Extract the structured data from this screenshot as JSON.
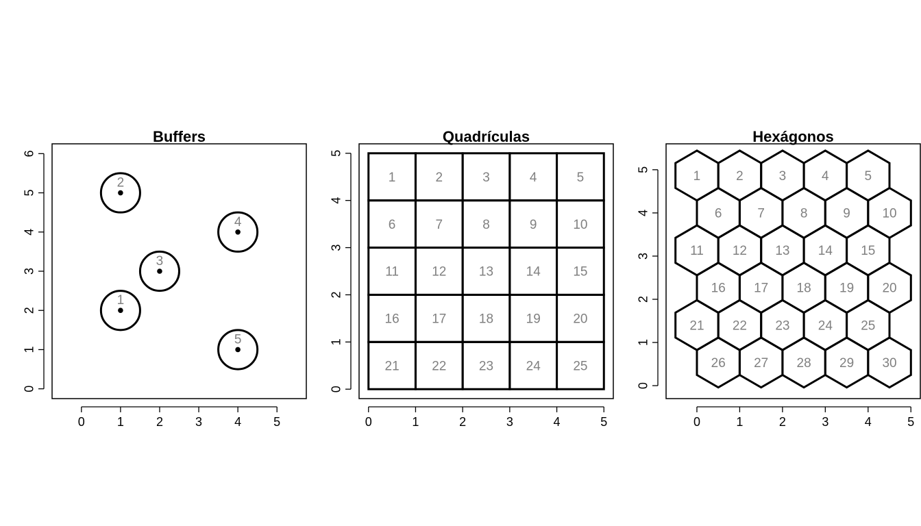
{
  "chart_data": [
    {
      "type": "scatter",
      "title": "Buffers",
      "xlabel": "",
      "ylabel": "",
      "xlim": [
        -0.75,
        5.75
      ],
      "ylim": [
        -0.25,
        6.25
      ],
      "x_ticks": [
        "0",
        "1",
        "2",
        "3",
        "4",
        "5"
      ],
      "y_ticks": [
        "0",
        "1",
        "2",
        "3",
        "4",
        "5",
        "6"
      ],
      "grid": false,
      "buffer_radius": 0.5,
      "points": [
        {
          "label": "1",
          "x": 1,
          "y": 2
        },
        {
          "label": "2",
          "x": 1,
          "y": 5
        },
        {
          "label": "3",
          "x": 2,
          "y": 3
        },
        {
          "label": "4",
          "x": 4,
          "y": 4
        },
        {
          "label": "5",
          "x": 4,
          "y": 1
        }
      ]
    },
    {
      "type": "grid",
      "title": "Quadrículas",
      "xlabel": "",
      "ylabel": "",
      "xlim": [
        -0.2,
        5.2
      ],
      "ylim": [
        -0.2,
        5.2
      ],
      "x_ticks": [
        "0",
        "1",
        "2",
        "3",
        "4",
        "5"
      ],
      "y_ticks": [
        "0",
        "1",
        "2",
        "3",
        "4",
        "5"
      ],
      "grid": false,
      "cells": [
        {
          "label": "1",
          "x": 0,
          "y": 4
        },
        {
          "label": "2",
          "x": 1,
          "y": 4
        },
        {
          "label": "3",
          "x": 2,
          "y": 4
        },
        {
          "label": "4",
          "x": 3,
          "y": 4
        },
        {
          "label": "5",
          "x": 4,
          "y": 4
        },
        {
          "label": "6",
          "x": 0,
          "y": 3
        },
        {
          "label": "7",
          "x": 1,
          "y": 3
        },
        {
          "label": "8",
          "x": 2,
          "y": 3
        },
        {
          "label": "9",
          "x": 3,
          "y": 3
        },
        {
          "label": "10",
          "x": 4,
          "y": 3
        },
        {
          "label": "11",
          "x": 0,
          "y": 2
        },
        {
          "label": "12",
          "x": 1,
          "y": 2
        },
        {
          "label": "13",
          "x": 2,
          "y": 2
        },
        {
          "label": "14",
          "x": 3,
          "y": 2
        },
        {
          "label": "15",
          "x": 4,
          "y": 2
        },
        {
          "label": "16",
          "x": 0,
          "y": 1
        },
        {
          "label": "17",
          "x": 1,
          "y": 1
        },
        {
          "label": "18",
          "x": 2,
          "y": 1
        },
        {
          "label": "19",
          "x": 3,
          "y": 1
        },
        {
          "label": "20",
          "x": 4,
          "y": 1
        },
        {
          "label": "21",
          "x": 0,
          "y": 0
        },
        {
          "label": "22",
          "x": 1,
          "y": 0
        },
        {
          "label": "23",
          "x": 2,
          "y": 0
        },
        {
          "label": "24",
          "x": 3,
          "y": 0
        },
        {
          "label": "25",
          "x": 4,
          "y": 0
        }
      ]
    },
    {
      "type": "hexgrid",
      "title": "Hexágonos",
      "xlabel": "",
      "ylabel": "",
      "xlim": [
        -0.72,
        5.22
      ],
      "ylim": [
        -0.3,
        5.6
      ],
      "x_ticks": [
        "0",
        "1",
        "2",
        "3",
        "4",
        "5"
      ],
      "y_ticks": [
        "0",
        "1",
        "2",
        "3",
        "4",
        "5"
      ],
      "grid": false,
      "cells": [
        {
          "label": "1",
          "x": 0,
          "y": 4.866
        },
        {
          "label": "2",
          "x": 1,
          "y": 4.866
        },
        {
          "label": "3",
          "x": 2,
          "y": 4.866
        },
        {
          "label": "4",
          "x": 3,
          "y": 4.866
        },
        {
          "label": "5",
          "x": 4,
          "y": 4.866
        },
        {
          "label": "6",
          "x": 0.5,
          "y": 4
        },
        {
          "label": "7",
          "x": 1.5,
          "y": 4
        },
        {
          "label": "8",
          "x": 2.5,
          "y": 4
        },
        {
          "label": "9",
          "x": 3.5,
          "y": 4
        },
        {
          "label": "10",
          "x": 4.5,
          "y": 4
        },
        {
          "label": "11",
          "x": 0,
          "y": 3.134
        },
        {
          "label": "12",
          "x": 1,
          "y": 3.134
        },
        {
          "label": "13",
          "x": 2,
          "y": 3.134
        },
        {
          "label": "14",
          "x": 3,
          "y": 3.134
        },
        {
          "label": "15",
          "x": 4,
          "y": 3.134
        },
        {
          "label": "16",
          "x": 0.5,
          "y": 2.268
        },
        {
          "label": "17",
          "x": 1.5,
          "y": 2.268
        },
        {
          "label": "18",
          "x": 2.5,
          "y": 2.268
        },
        {
          "label": "19",
          "x": 3.5,
          "y": 2.268
        },
        {
          "label": "20",
          "x": 4.5,
          "y": 2.268
        },
        {
          "label": "21",
          "x": 0,
          "y": 1.402
        },
        {
          "label": "22",
          "x": 1,
          "y": 1.402
        },
        {
          "label": "23",
          "x": 2,
          "y": 1.402
        },
        {
          "label": "24",
          "x": 3,
          "y": 1.402
        },
        {
          "label": "25",
          "x": 4,
          "y": 1.402
        },
        {
          "label": "26",
          "x": 0.5,
          "y": 0.536
        },
        {
          "label": "27",
          "x": 1.5,
          "y": 0.536
        },
        {
          "label": "28",
          "x": 2.5,
          "y": 0.536
        },
        {
          "label": "29",
          "x": 3.5,
          "y": 0.536
        },
        {
          "label": "30",
          "x": 4.5,
          "y": 0.536
        }
      ]
    }
  ],
  "colors": {
    "shape_stroke": "#000000",
    "cell_label": "#808080",
    "point": "#000000"
  }
}
